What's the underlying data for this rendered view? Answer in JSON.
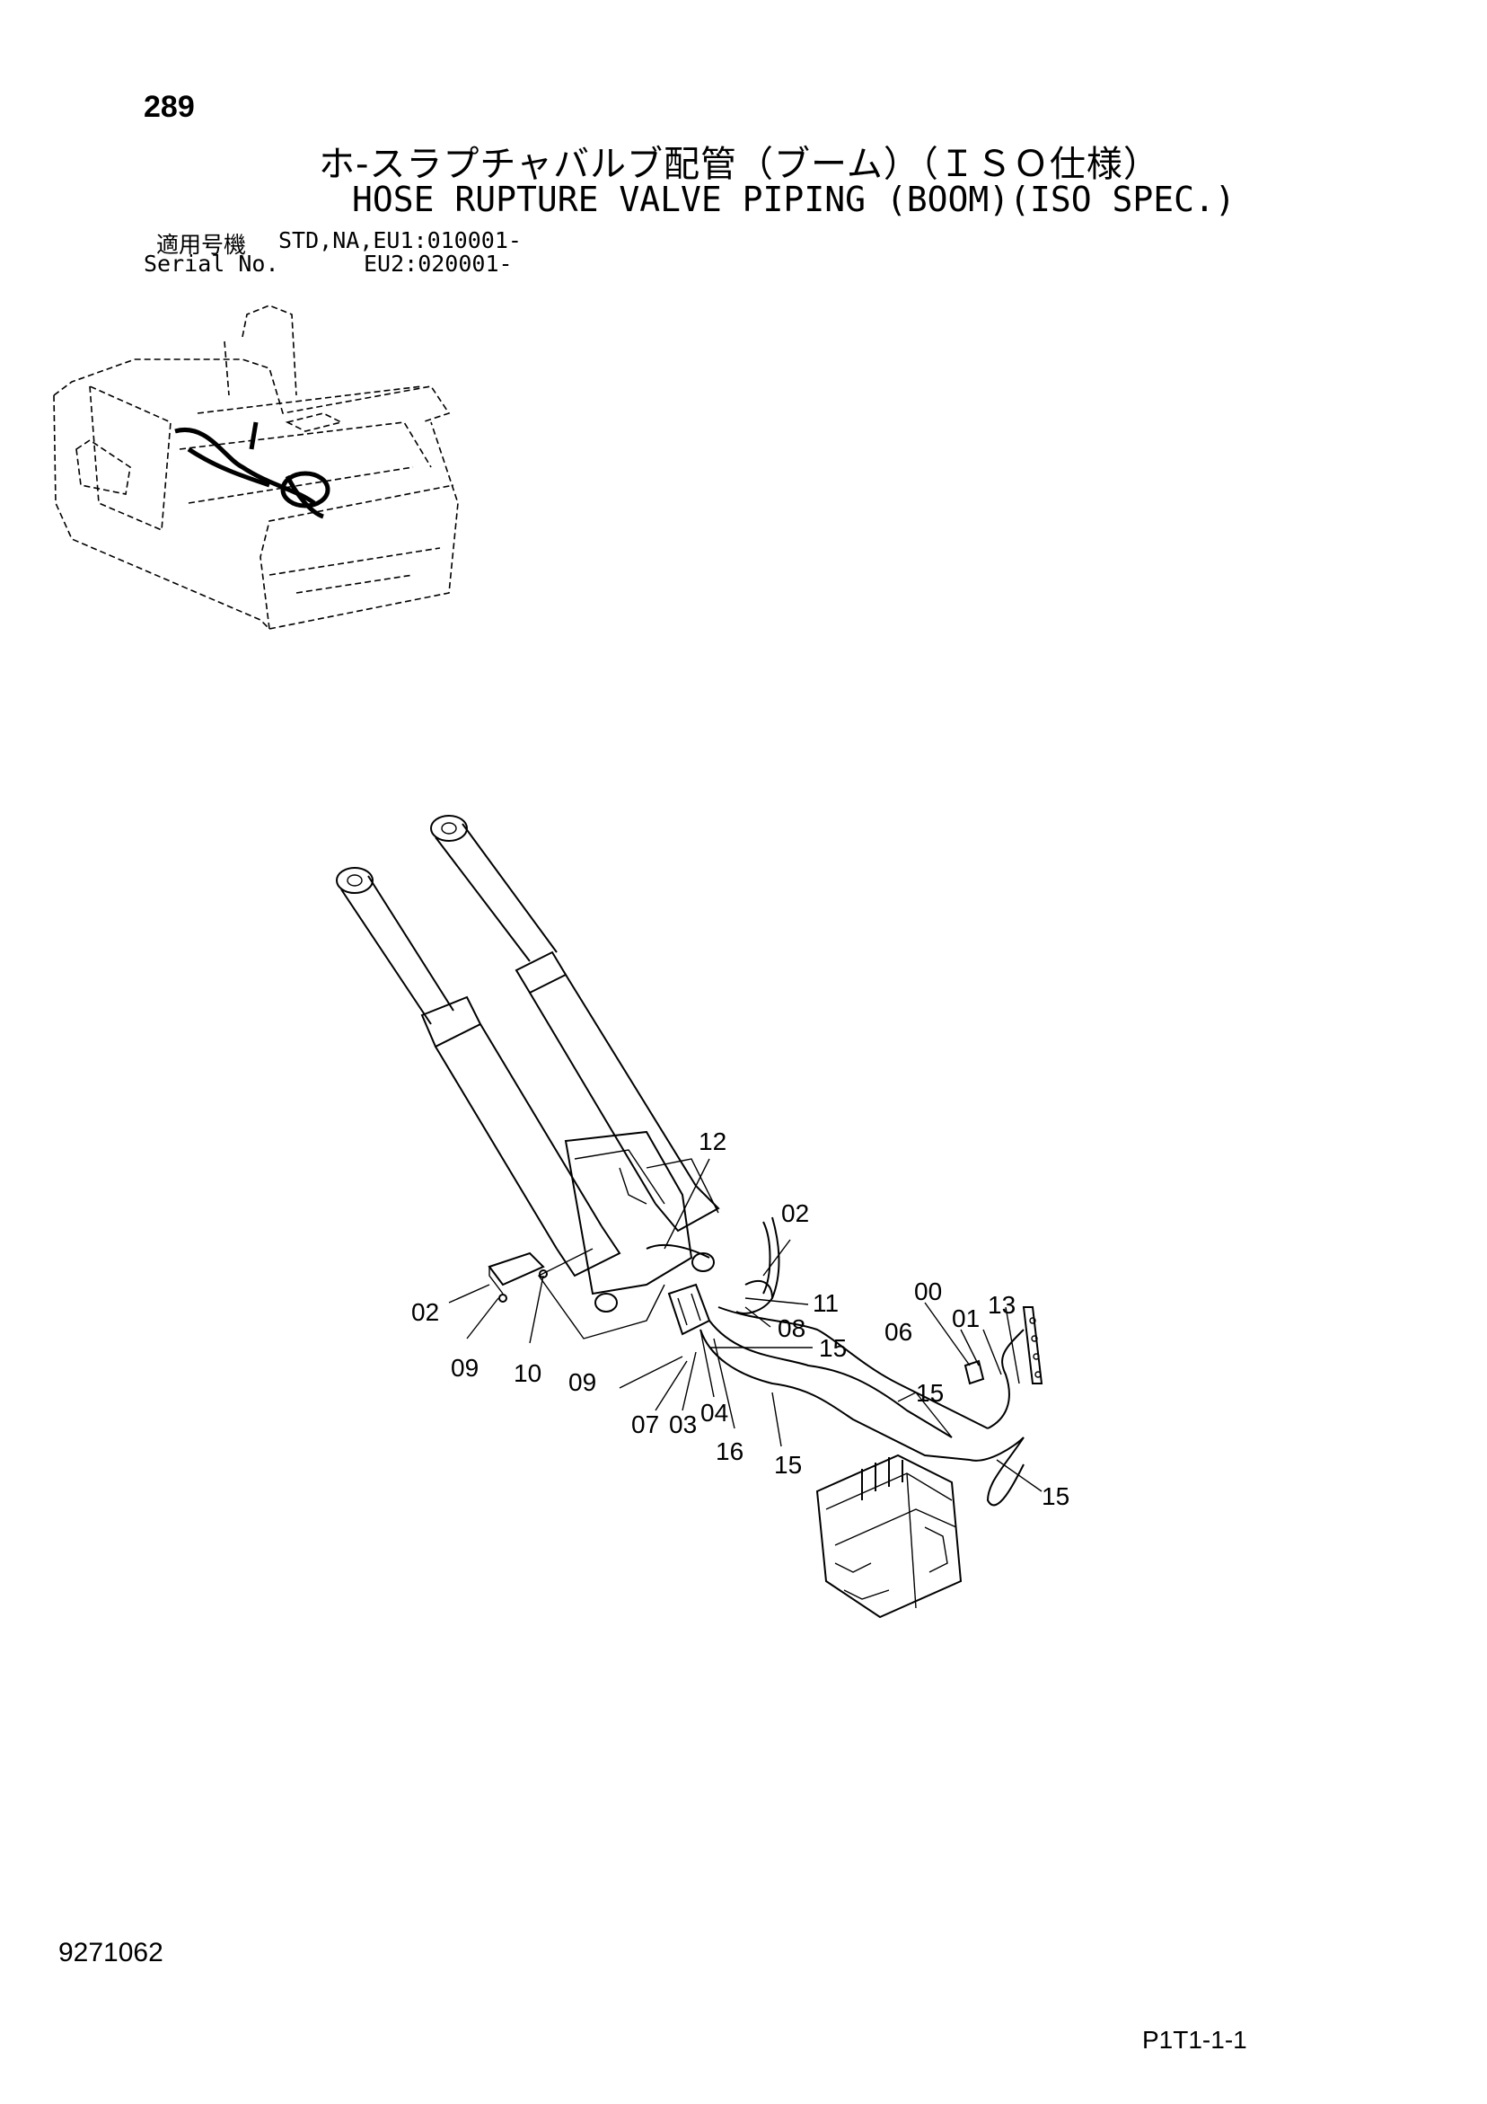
{
  "header": {
    "page_number": "289",
    "title_jp": "ホ-スラプチャバルブ配管（ブーム）（ＩＳＯ仕様）",
    "title_en": "HOSE RUPTURE VALVE PIPING (BOOM)(ISO SPEC.)"
  },
  "serial": {
    "label_jp": "適用号機",
    "label_en": "Serial No.",
    "values": [
      "STD,NA,EU1:010001-",
      "EU2:020001-"
    ]
  },
  "callouts": [
    "12",
    "02",
    "02",
    "11",
    "08",
    "15",
    "00",
    "01",
    "13",
    "06",
    "09",
    "10",
    "09",
    "07",
    "03",
    "04",
    "16",
    "15",
    "15",
    "15"
  ],
  "footer": {
    "document_number": "9271062",
    "page_code": "P1T1-1-1"
  }
}
